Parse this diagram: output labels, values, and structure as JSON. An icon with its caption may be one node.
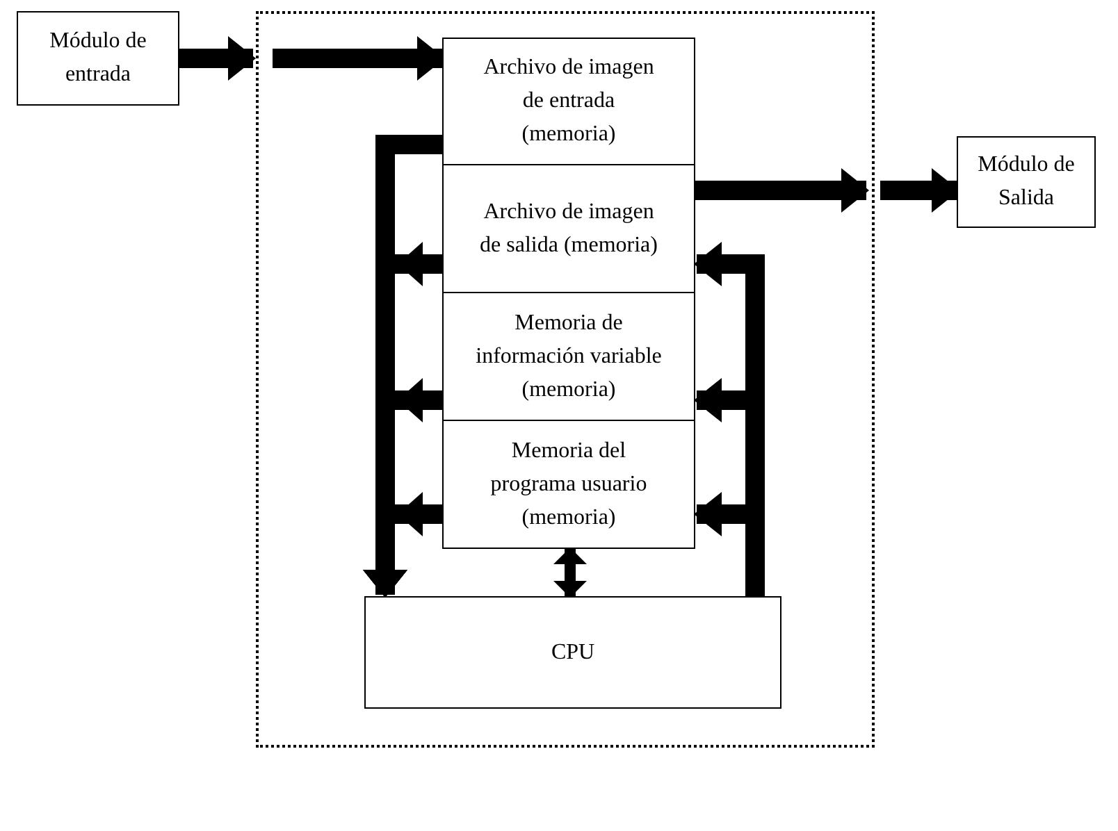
{
  "diagram": {
    "nodes": [
      {
        "text": [
          "Módulo de entrada"
        ]
      },
      {
        "text": [],
        "shape": "box"
      },
      {
        "text": [
          "Archivo de imagen de entrada (memoria)"
        ],
        "in": 1
      },
      {
        "text": [
          "Archivo de imagen de salida (memoria)"
        ],
        "in": 1
      },
      {
        "text": [
          "Memoria de información variable (memoria)"
        ],
        "in": 1
      },
      {
        "text": [
          "Memoria del programa usuario (memoria)"
        ],
        "in": 1
      },
      {
        "text": [
          "CPU"
        ],
        "in": 1
      },
      {
        "text": [
          "Módulo de Salida"
        ]
      }
    ],
    "edges": [
      {
        "from": 0,
        "to": 1,
        "arrow": "to"
      },
      {
        "from": 1,
        "to": 2,
        "arrow": "to"
      },
      {
        "from": 3,
        "to": 1,
        "arrow": "to"
      },
      {
        "from": 1,
        "to": 7,
        "arrow": "to"
      },
      {
        "from": 2,
        "to": 6,
        "arrow": "to"
      },
      {
        "from": 3,
        "to": 6,
        "arrow": "to"
      },
      {
        "from": 4,
        "to": 6,
        "arrow": "to"
      },
      {
        "from": 5,
        "to": 6,
        "arrow": "to"
      },
      {
        "from": 6,
        "to": 3,
        "arrow": "to"
      },
      {
        "from": 6,
        "to": 4,
        "arrow": "to"
      },
      {
        "from": 6,
        "to": 5,
        "arrow": "to"
      },
      {
        "from": 5,
        "to": 6,
        "arrow": "both"
      }
    ]
  }
}
